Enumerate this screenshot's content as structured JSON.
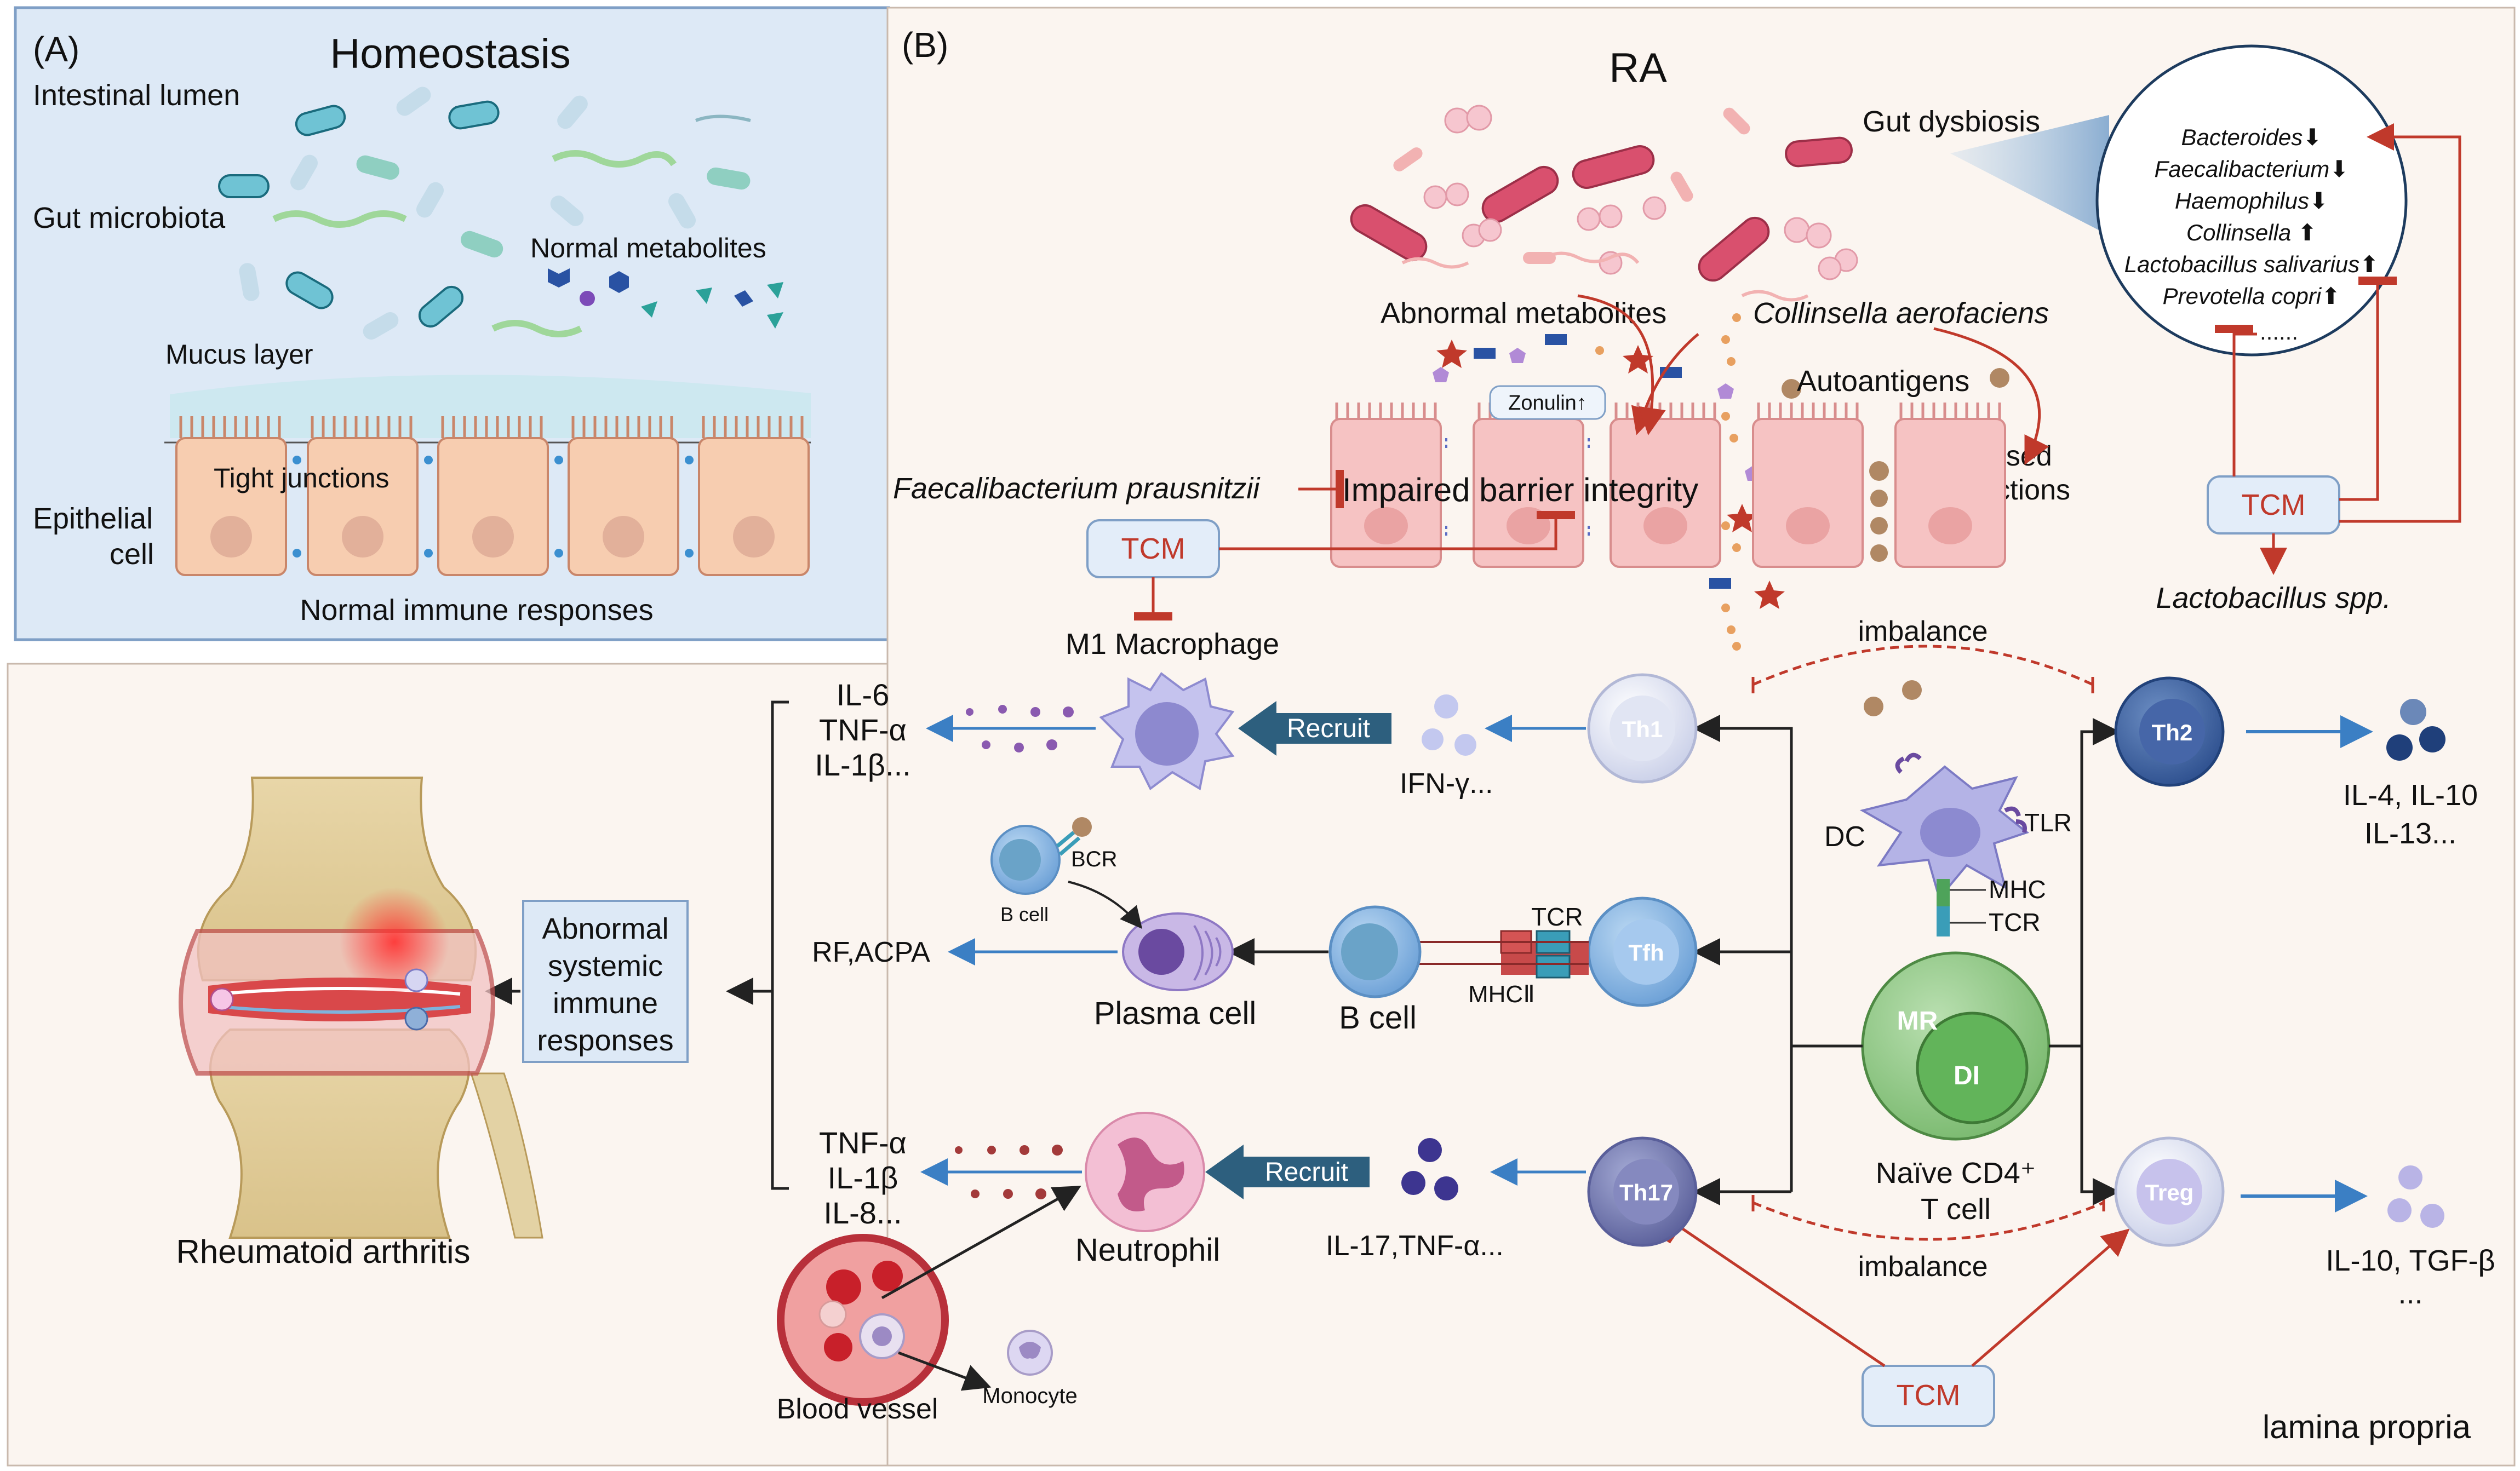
{
  "panel_a": {
    "letter": "(A)",
    "title": "Homeostasis",
    "intestinal_lumen": "Intestinal lumen",
    "gut_microbiota": "Gut microbiota",
    "normal_metabolites": "Normal metabolites",
    "mucus_layer": "Mucus layer",
    "tight_junctions": "Tight junctions",
    "epithelial_cell_line1": "Epithelial",
    "epithelial_cell_line2": "cell",
    "normal_immune": "Normal immune responses"
  },
  "panel_b": {
    "letter": "(B)",
    "title": "RA",
    "gut_dysbiosis": "Gut dysbiosis",
    "dysbiosis_list": [
      {
        "name": "Bacteroides",
        "arrow": "⬇"
      },
      {
        "name": "Faecalibacterium",
        "arrow": "⬇"
      },
      {
        "name": "Haemophilus",
        "arrow": "⬇"
      },
      {
        "name": "Collinsella ",
        "arrow": "⬆"
      },
      {
        "name": "Lactobacillus salivarius",
        "arrow": "⬆"
      },
      {
        "name": "Prevotella copri",
        "arrow": "⬆"
      }
    ],
    "dysbiosis_more": "......",
    "abnormal_metabolites": "Abnormal metabolites",
    "collinsella_aerofaciens": "Collinsella aerofaciens",
    "zonulin": "Zonulin↑",
    "autoantigens": "Autoantigens",
    "decreased_tj_line1": "Decreased",
    "decreased_tj_line2": "tight junctions",
    "faecalibacterium_prausnitzii": "Faecalibacterium prausnitzii",
    "impaired_barrier": "Impaired barrier integrity",
    "tcm": "TCM",
    "lactobacillus_spp": "Lactobacillus spp.",
    "m1_macrophage": "M1 Macrophage",
    "imbalance": "imbalance",
    "recruit": "Recruit",
    "lamina_propria": "lamina propria"
  },
  "lower": {
    "cytokines_top": [
      "IL-6",
      "TNF-α",
      "IL-1β..."
    ],
    "cytokines_bottom": [
      "TNF-α",
      "IL-1β",
      "IL-8..."
    ],
    "ifn": "IFN-γ...",
    "il17": "IL-17,TNF-α...",
    "th1": "Th1",
    "th2": "Th2",
    "tfh": "Tfh",
    "th17": "Th17",
    "treg": "Treg",
    "th2_cytokines_line1": "IL-4, IL-10",
    "th2_cytokines_line2": "IL-13...",
    "treg_cytokines_line1": "IL-10, TGF-β",
    "treg_cytokines_line2": "...",
    "dc": "DC",
    "tlr": "TLR",
    "mhc": "MHC",
    "tcr": "TCR",
    "tcr_tfh": "TCR",
    "mhcii": "MHCⅡ",
    "mr": "MR",
    "di": "DI",
    "naive_line1": "Naïve CD4⁺",
    "naive_line2": "T cell",
    "bcr": "BCR",
    "b_cell_small": "B cell",
    "b_cell": "B cell",
    "plasma_cell": "Plasma cell",
    "rf_acpa": "RF,ACPA",
    "neutrophil": "Neutrophil",
    "blood_vessel": "Blood vessel",
    "monocyte": "Monocyte",
    "abnormal_systemic": [
      "Abnormal",
      "systemic",
      "immune",
      "responses"
    ],
    "rheumatoid_arthritis": "Rheumatoid arthritis"
  },
  "colors": {
    "panel_a_bg": "#dde9f6",
    "panel_b_bg": "#fbf5f0",
    "inhibit_red": "#c0392b",
    "arrow_blue": "#3b7fc4",
    "recruit_arrow": "#2d5f7e",
    "epithelial": "#f7cdb0",
    "tcm_box": "#e3edf9"
  }
}
